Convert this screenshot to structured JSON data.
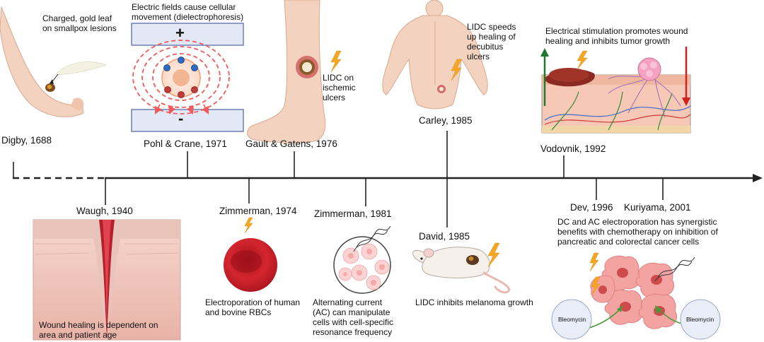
{
  "events": {
    "digby": {
      "label": "Digby, 1688",
      "caption": "Charged, gold leaf\non smallpox lesions"
    },
    "pohl": {
      "label": "Pohl & Crane, 1971",
      "caption": "Electric fields cause cellular\nmovement (dielectrophoresis)"
    },
    "gault": {
      "label": "Gault & Gatens, 1976",
      "caption": "LIDC on\nischemic\nulcers"
    },
    "carley": {
      "label": "Carley, 1985",
      "caption": "LIDC speeds\nup healing of\ndecubitus\nulcers"
    },
    "vodovnik": {
      "label": "Vodovnik, 1992",
      "caption": "Electrical stimulation promotes wound\nhealing and inhibits tumor growth"
    },
    "waugh": {
      "label": "Waugh, 1940",
      "caption": "Wound healing is dependent on\narea and patient age"
    },
    "zimmerman1974": {
      "label": "Zimmerman, 1974",
      "caption": "Electroporation of human\nand bovine RBCs"
    },
    "zimmerman1981": {
      "label": "Zimmerman, 1981",
      "caption": "Alternating current\n(AC) can manipulate\ncells with cell-specific\nresonance frequency"
    },
    "david": {
      "label": "David, 1985",
      "caption": "LIDC inhibits melanoma growth"
    },
    "dev": {
      "label": "Dev, 1996"
    },
    "kuriyama": {
      "label": "Kuriyama, 2001"
    },
    "dc_ac": {
      "caption": "DC and AC electroporation has synergistic\nbenefits with chemotherapy on inhibition of\npancreatic and colorectal cancer cells"
    }
  },
  "symbols": {
    "plus": "+",
    "minus": "-"
  },
  "drug": {
    "left": "Bleomycin",
    "right": "Bleomycin"
  },
  "colors": {
    "axis": "#222222",
    "lightning": "#f5a623",
    "rbc": "#c8202a",
    "field": "#f05a5a",
    "arrow_up": "#1f7a2e",
    "arrow_down": "#d02020"
  }
}
